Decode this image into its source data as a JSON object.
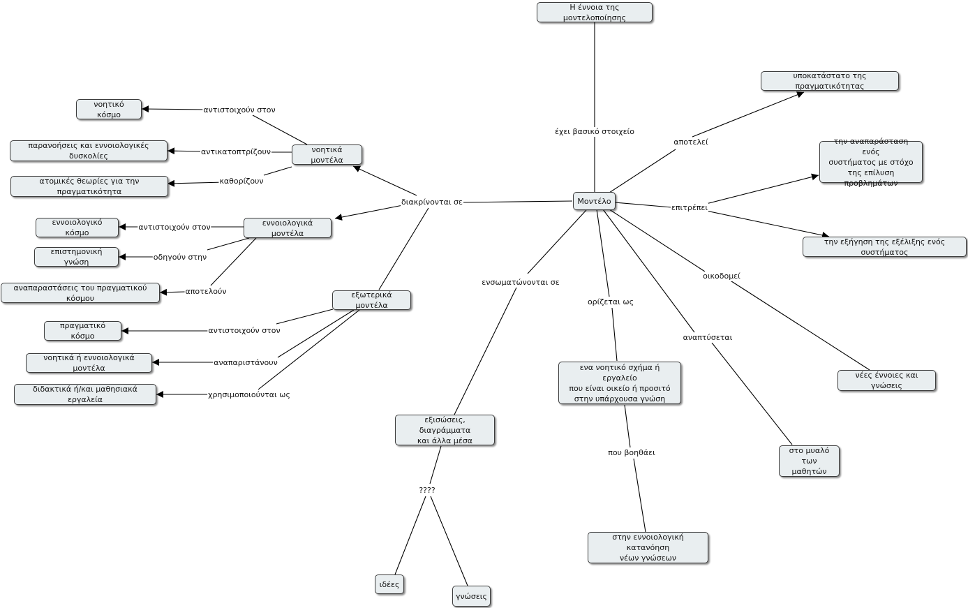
{
  "nodes": {
    "concept": "Η έννοια της μοντελοποίησης",
    "model": "Μοντέλο",
    "substitute": "υποκατάστατο της πραγματικότητας",
    "representation": "την αναπαράσταση ενός\nσυστήματος με στόχο\nτης επίλυση προβλημάτων",
    "explanation": "την εξήγηση της εξέλιξης ενός συστήματος",
    "new_concepts": "νέες έννοιες και γνώσεις",
    "students_mind": "στο μυαλό\nτων μαθητών",
    "mental_schema": "ενα νοητικό σχήμα ή εργαλείο\nπου είναι οικείο ή προσιτό\nστην υπάρχουσα γνώση",
    "conceptual_understanding": "στην εννοιολογική κατανόηση\nνέων γνώσεων",
    "equations": "εξισώσεις, διαγράμματα\nκαι άλλα μέσα",
    "ideas": "ιδέες",
    "knowledge": "γνώσεις",
    "mental_models": "νοητικά μοντέλα",
    "conceptual_models": "εννοιολογικά μοντέλα",
    "external_models": "εξωτερικά μοντέλα",
    "mental_world": "νοητικό κόσμο",
    "misconceptions": "παρανοήσεις και εννοιολογικές δυσκολίες",
    "individual_theories": "ατομικές θεωρίες για την πραγματικότητα",
    "conceptual_world": "εννοιολογικό κόσμο",
    "scientific_knowledge": "επιστημονική γνώση",
    "representations": "αναπαραστάσεις του πραγματικού κόσμου",
    "real_world": "πραγματικό κόσμο",
    "mental_or_conceptual": "νοητικά ή εννοιολογικά μοντέλα",
    "didactic_tools": "διδακτικά ή/και μαθησιακά εργαλεία"
  },
  "links": {
    "has_basic_element": "έχει βασικό στοιχείο",
    "constitutes": "αποτελεί",
    "allows": "επιτρέπει",
    "builds": "οικοδομεί",
    "develops": "αναπτύσεται",
    "defined_as": "ορίζεται ως",
    "which_helps": "που βοηθάει",
    "incorporated_in": "ενσωματώνονται σε",
    "question": "????",
    "distinguished_into": "διακρίνονται σε",
    "correspond_to_1": "αντιστοιχούν στον",
    "reflect": "αντικατοπτρίζουν",
    "determine": "καθορίζουν",
    "correspond_to_2": "αντιστοιχούν στον",
    "lead_to": "οδηγούν στην",
    "constitute": "αποτελούν",
    "correspond_to_3": "αντιστοιχούν στον",
    "represent": "αναπαριστάνουν",
    "used_as": "χρησιμοποιούνται ως"
  }
}
